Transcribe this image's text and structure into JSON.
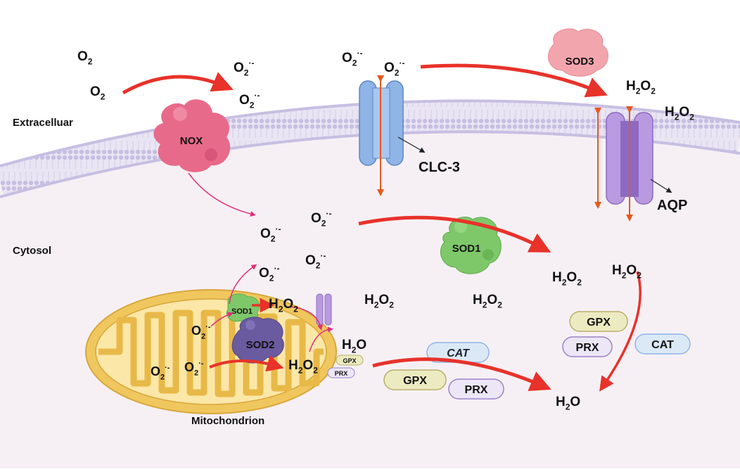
{
  "regions": {
    "extracellular": "Extracelluar",
    "cytosol": "Cytosol",
    "mitochondrion": "Mitochondrion"
  },
  "proteins": {
    "nox": "NOX",
    "sod3": "SOD3",
    "sod1_cyto": "SOD1",
    "sod1_mito": "SOD1",
    "sod2": "SOD2",
    "clc3": "CLC-3",
    "aqp": "AQP",
    "gpx_mito": "GPX",
    "prx_mito": "PRX",
    "cat_mid": "CAT",
    "gpx_mid": "GPX",
    "prx_mid": "PRX",
    "gpx_right": "GPX",
    "prx_right": "PRX",
    "cat_right": "CAT"
  },
  "molecules": {
    "o2": {
      "base": "O",
      "sub": "2",
      "sup": ""
    },
    "superoxide": {
      "base": "O",
      "sub": "2",
      "sup": "·-"
    },
    "h2o2": {
      "pre": "H",
      "sub": "2",
      "post": "O",
      "sub2": "2"
    },
    "h2o": {
      "pre": "H",
      "sub": "2",
      "post": "O"
    }
  },
  "colors": {
    "membrane": "#cdc6e6",
    "cytosol_bg": "#f5eff4",
    "nox": "#e86a8a",
    "sod": "#7ec86a",
    "sod2": "#6a5aa0",
    "clc3": "#8fb4e6",
    "aqp": "#b99ae0",
    "mito": "#f0c75e",
    "arrow_red": "#e8322a",
    "arrow_pink": "#e0307a",
    "arrow_orange": "#e8581e"
  }
}
